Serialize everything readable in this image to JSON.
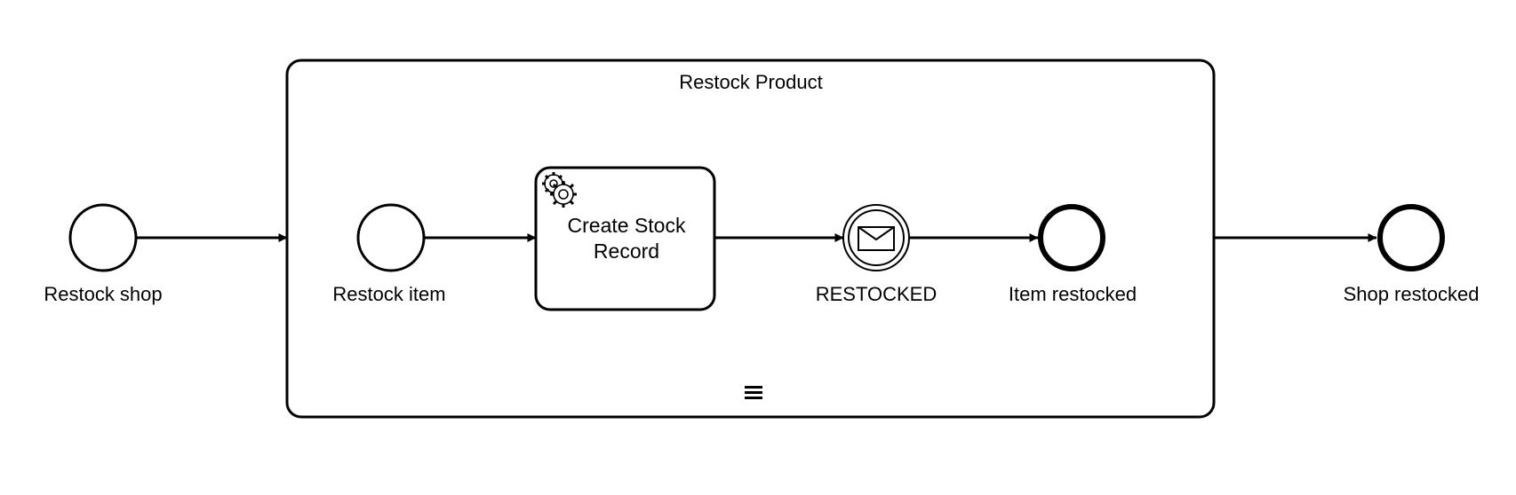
{
  "diagram": {
    "colors": {
      "stroke": "#000000",
      "fill": "#ffffff"
    },
    "subprocess": {
      "title": "Restock Product",
      "marker_icon": "parallel-multi-instance-icon"
    },
    "start_event_outer": {
      "label": "Restock shop"
    },
    "start_event_inner": {
      "label": "Restock item"
    },
    "service_task": {
      "label_line1": "Create Stock",
      "label_line2": "Record",
      "icon": "gear-icon"
    },
    "message_event": {
      "label": "RESTOCKED",
      "icon": "envelope-icon"
    },
    "end_event_inner": {
      "label": "Item restocked"
    },
    "end_event_outer": {
      "label": "Shop restocked"
    }
  }
}
